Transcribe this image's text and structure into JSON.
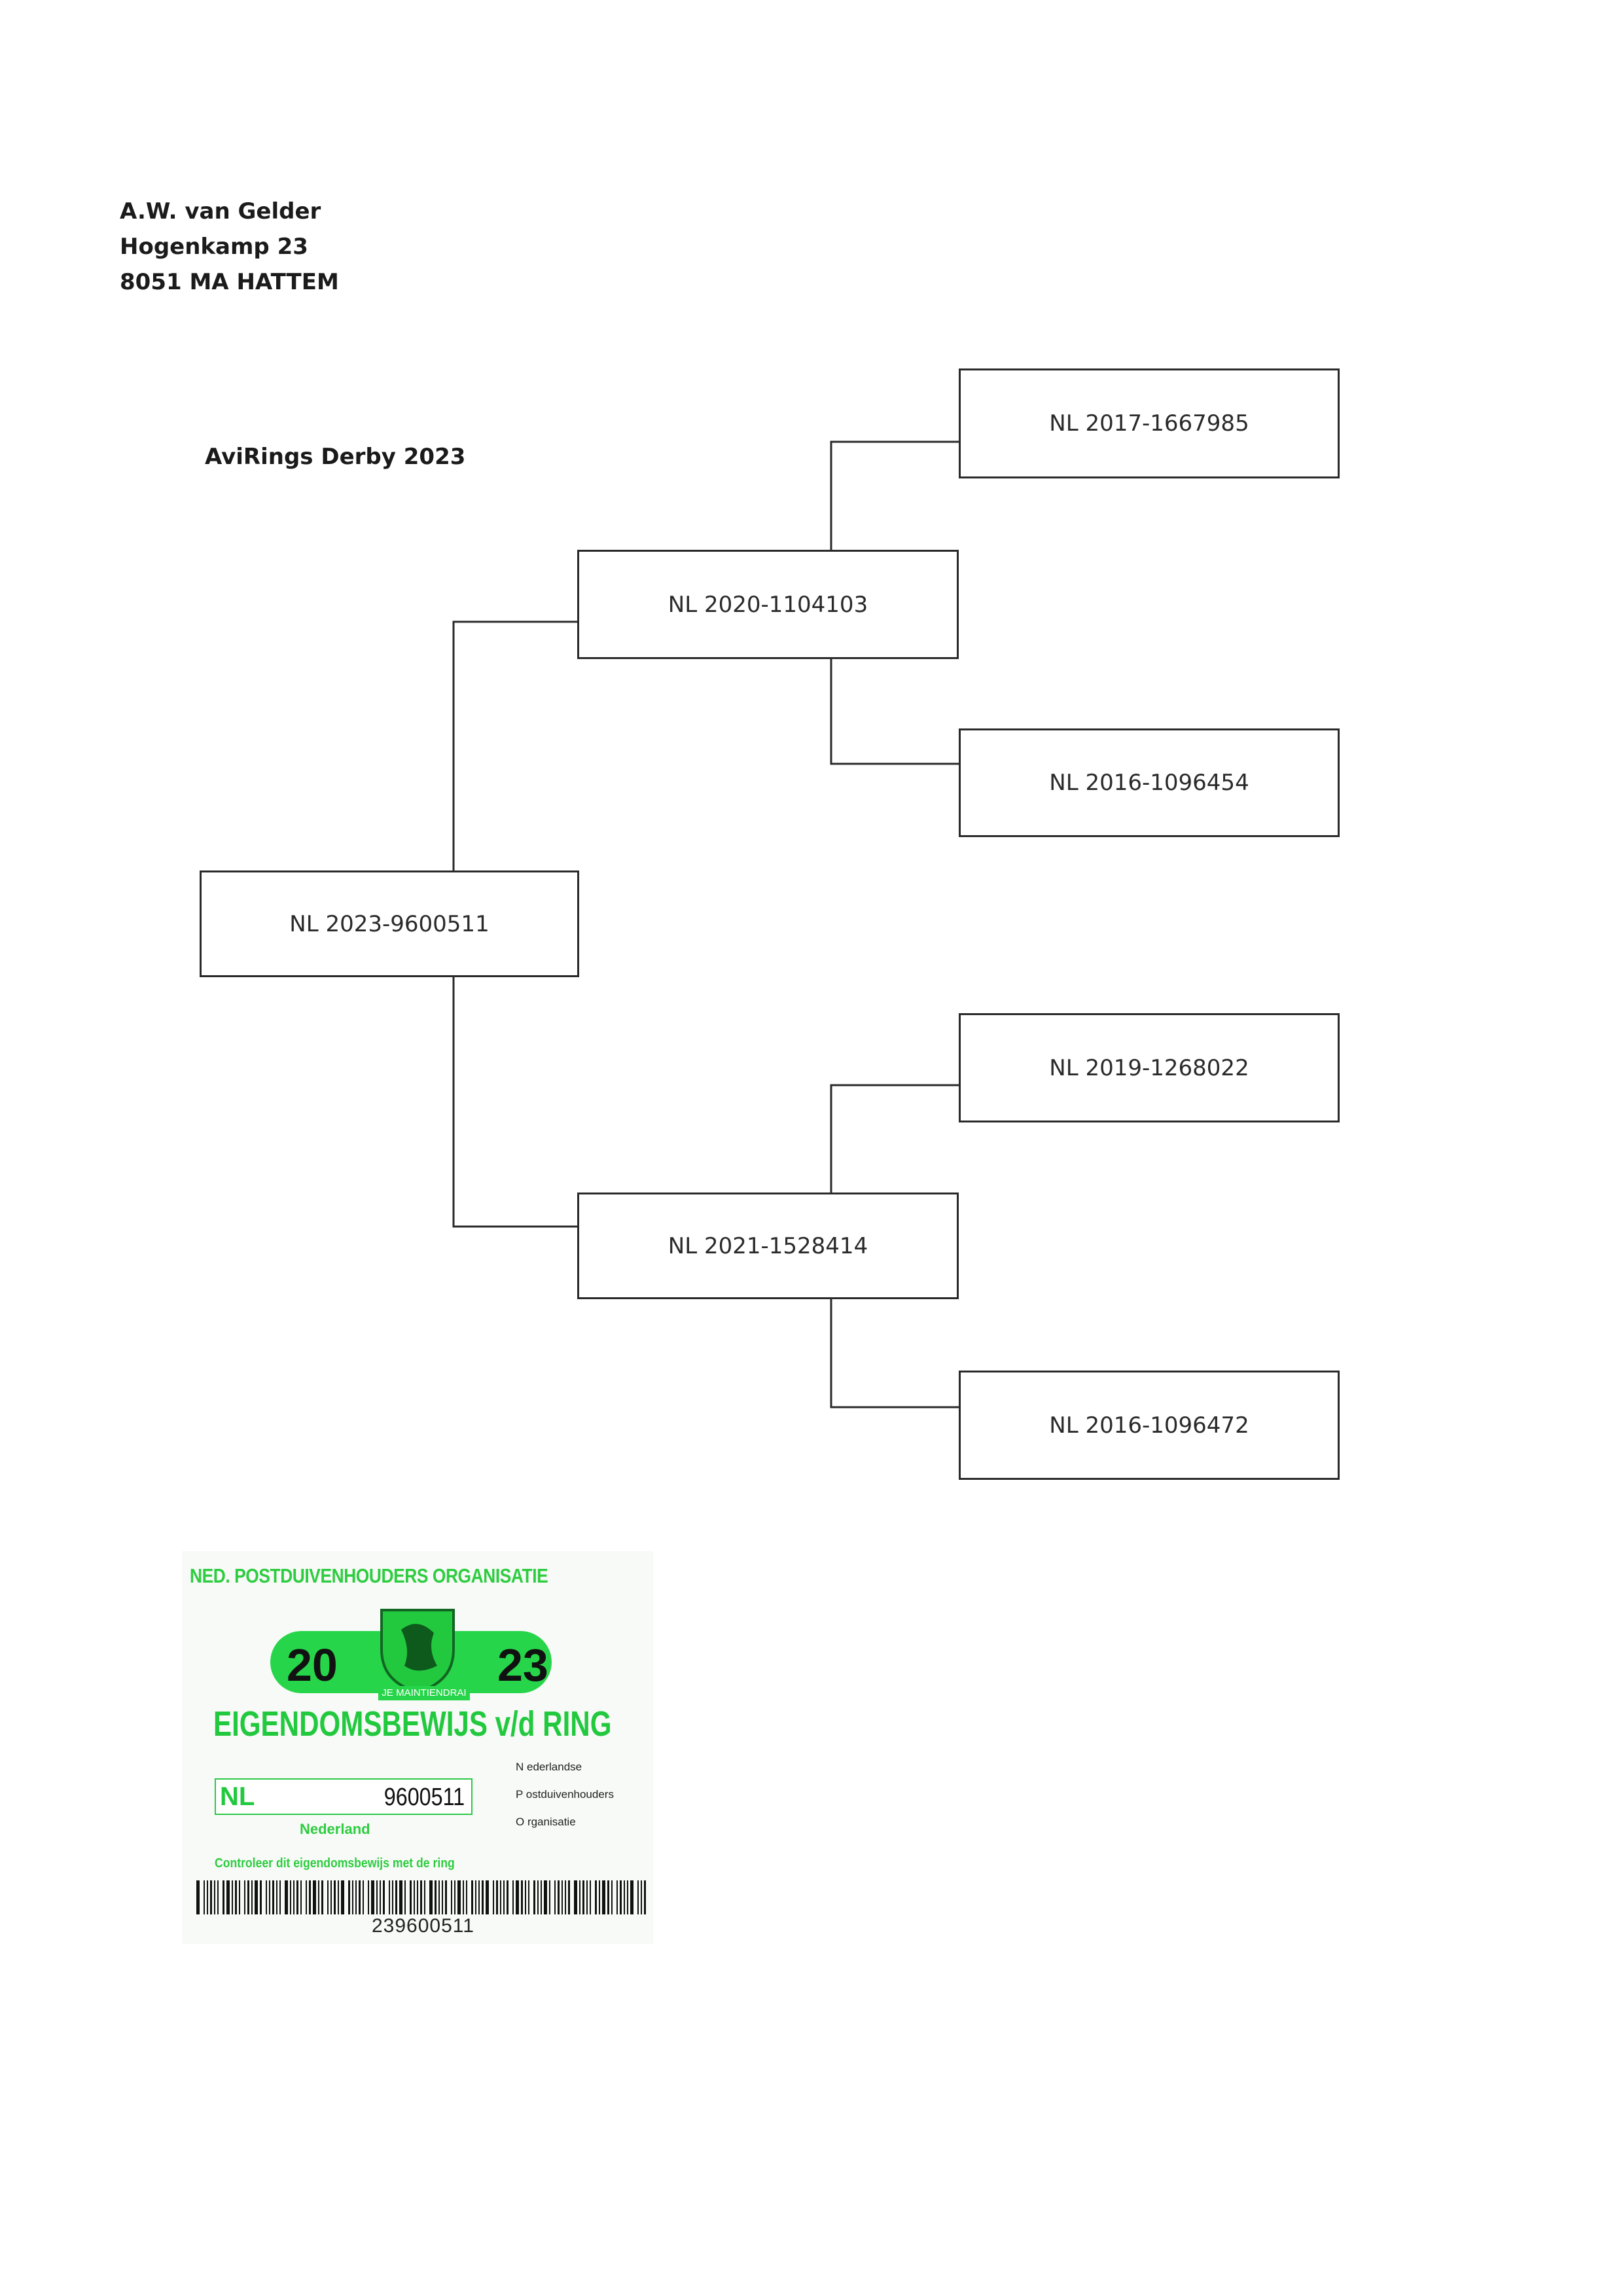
{
  "owner": {
    "name": "A.W. van Gelder",
    "street": "Hogenkamp 23",
    "city": "8051 MA  HATTEM"
  },
  "title": "AviRings Derby 2023",
  "pedigree": {
    "bird": "NL 2023-9600511",
    "sire": "NL 2020-1104103",
    "dam": "NL 2021-1528414",
    "sire_sire": "NL 2017-1667985",
    "sire_dam": "NL 2016-1096454",
    "dam_sire": "NL 2019-1268022",
    "dam_dam": "NL 2016-1096472"
  },
  "ownership_card": {
    "organisation": "NED. POSTDUIVENHOUDERS ORGANISATIE",
    "year_left": "20",
    "year_right": "23",
    "motto": "JE MAINTIENDRAI",
    "heading": "EIGENDOMSBEWIJS v/d RING",
    "country_code": "NL",
    "ring_number": "9600511",
    "npo_lines": [
      "N ederlandse",
      "P ostduivenhouders",
      "O rganisatie"
    ],
    "country_label": "Nederland",
    "instruction": "Controleer dit eigendomsbewijs met de ring",
    "barcode_number": "239600511",
    "accent_color": "#27d54a"
  }
}
